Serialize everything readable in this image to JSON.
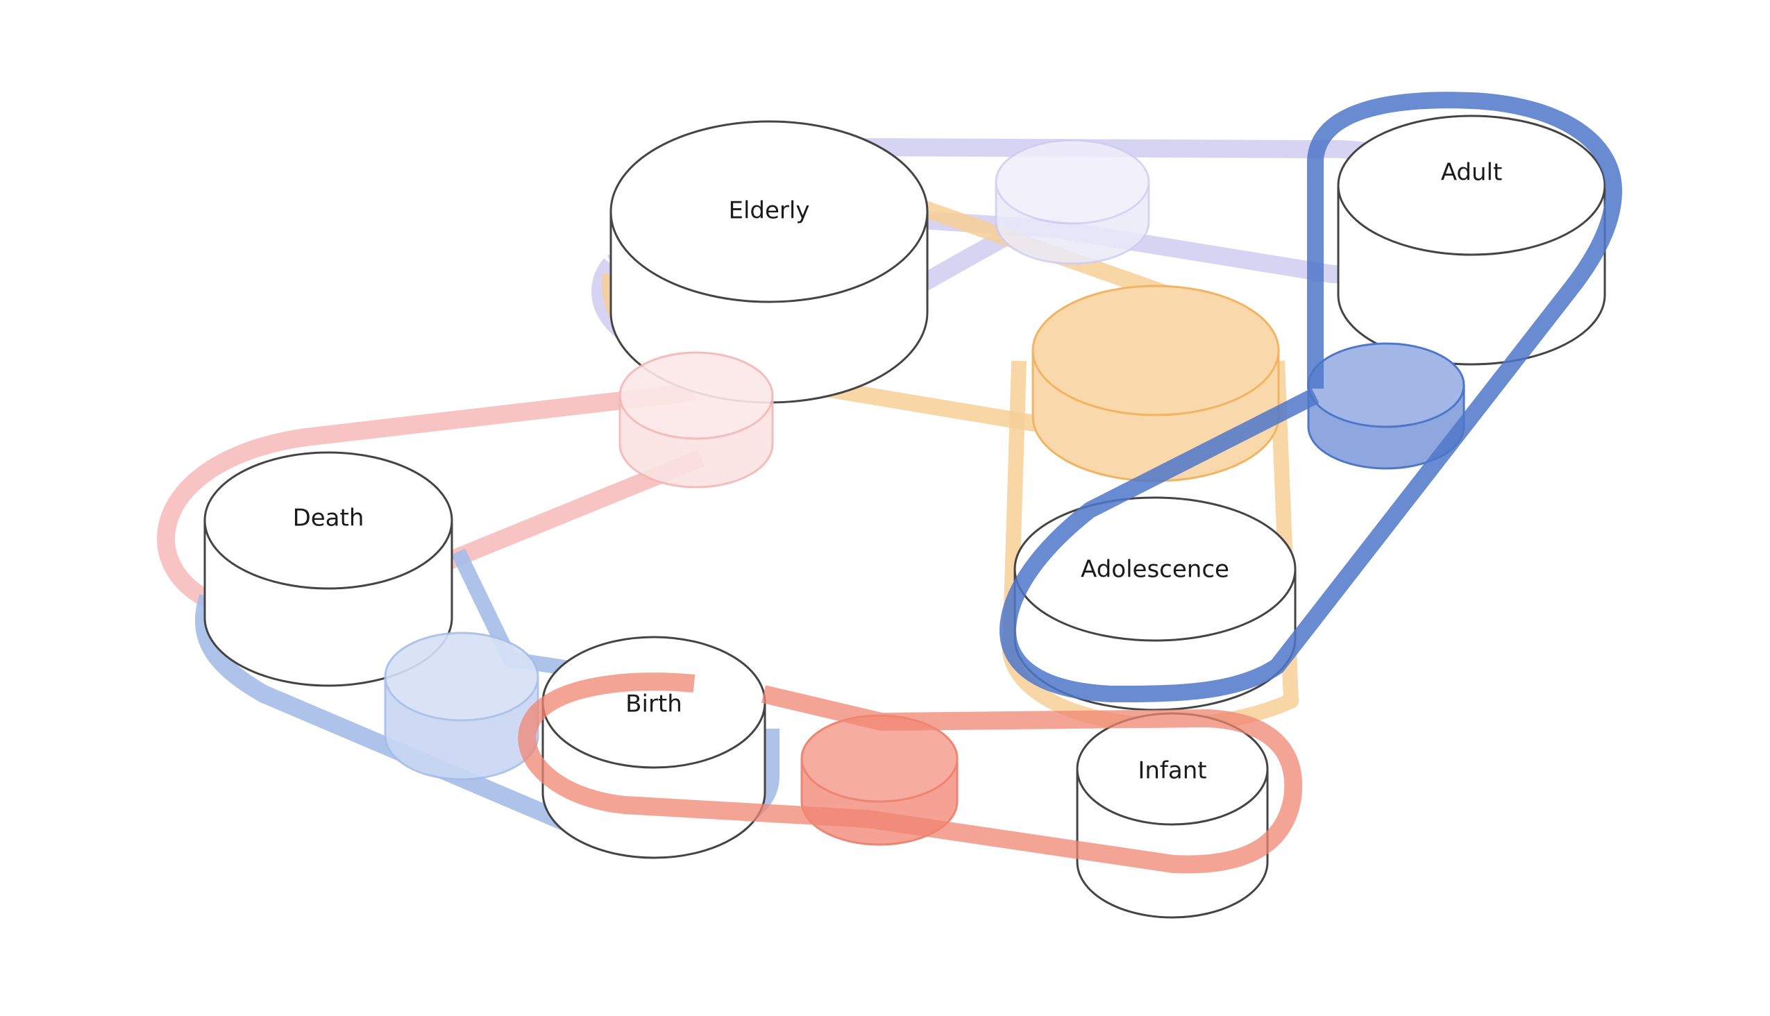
{
  "diagram": {
    "stages": [
      {
        "id": "elderly",
        "label": "Elderly"
      },
      {
        "id": "adult",
        "label": "Adult"
      },
      {
        "id": "death",
        "label": "Death"
      },
      {
        "id": "adolescence",
        "label": "Adolescence"
      },
      {
        "id": "birth",
        "label": "Birth"
      },
      {
        "id": "infant",
        "label": "Infant"
      }
    ],
    "belt_colors": {
      "lavender": "#c9c7ee",
      "orange": "#f6c27a",
      "pink": "#f6b2b2",
      "blue": "#4f77c9",
      "lightblue": "#9bb4e4",
      "coral": "#f08672"
    }
  }
}
